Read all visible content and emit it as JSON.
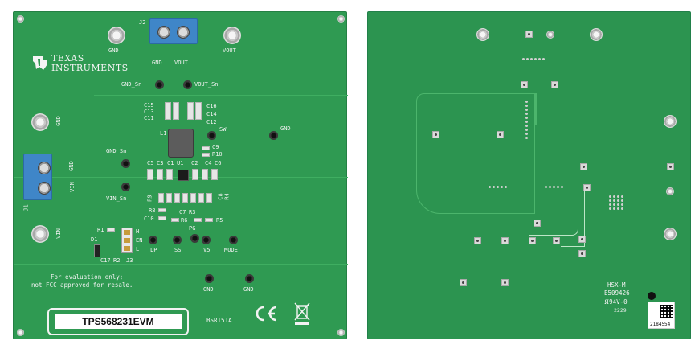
{
  "front": {
    "brand_line1": "TEXAS",
    "brand_line2": "INSTRUMENTS",
    "product_name": "TPS568231EVM",
    "revision": "BSR151A",
    "disclaimer_line1": "For evaluation only;",
    "disclaimer_line2": "not FCC approved for resale.",
    "connector_labels": {
      "j1": "J1",
      "j2": "J2",
      "j3": "J3"
    },
    "net_labels": {
      "gnd_top_left": "GND",
      "vout_top": "VOUT",
      "gnd_j2": "GND",
      "vout_j2": "VOUT",
      "gnd_sn_top": "GND_Sn",
      "vout_sn": "VOUT_Sn",
      "sw": "SW",
      "gnd_right": "GND",
      "gnd_left": "GND",
      "gnd_j1": "GND",
      "vin_j1": "VIN",
      "vin_left": "VIN",
      "gnd_sn_mid": "GND_Sn",
      "vin_sn": "VIN_Sn",
      "lp": "LP",
      "ss": "SS",
      "v5": "V5",
      "mode": "MODE",
      "pg": "PG",
      "gnd_bottom_1": "GND",
      "gnd_bottom_2": "GND"
    },
    "jumper_labels": {
      "h": "H",
      "en": "EN",
      "l": "L"
    },
    "ref_labels": {
      "c15": "C15",
      "c13": "C13",
      "c11": "C11",
      "c16": "C16",
      "c14": "C14",
      "c12": "C12",
      "l1": "L1",
      "c9": "C9",
      "r10": "R10",
      "c5": "C5",
      "c3": "C3",
      "c1": "C1",
      "u1": "U1",
      "c2": "C2",
      "c4": "C4",
      "c6": "C6",
      "r9": "R9",
      "r8": "R8",
      "c10": "C10",
      "c7": "C7",
      "r3": "R3",
      "r6": "R6",
      "c8": "C8",
      "r4": "R4",
      "r5": "R5",
      "r1": "R1",
      "d1": "D1",
      "c17": "C17",
      "r2": "R2"
    }
  },
  "back": {
    "marking_line1": "HSX-M",
    "marking_line2": "E509426",
    "marking_line3": "94V-0",
    "marking_line4": "2229",
    "label_code": "2184554"
  },
  "colors": {
    "pcb_green": "#2f9a52",
    "silkscreen": "#f2f2f2",
    "terminal_blue": "#3f86c8"
  }
}
